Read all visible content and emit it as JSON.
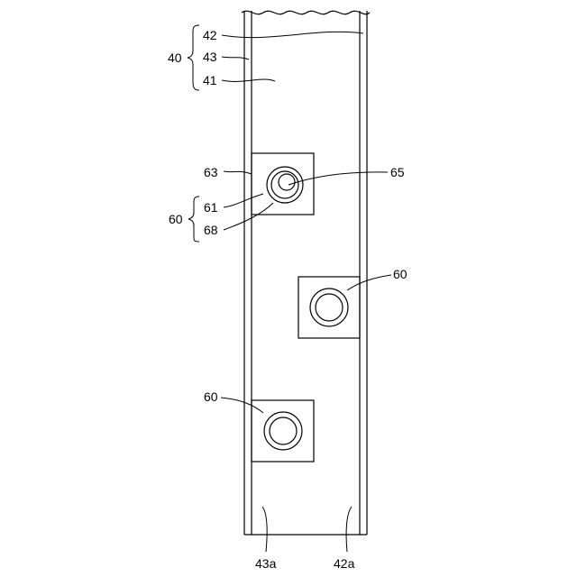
{
  "figure": {
    "labels": {
      "l42": "42",
      "l43": "43",
      "l41": "41",
      "l40": "40",
      "l63": "63",
      "l65": "65",
      "l61": "61",
      "l60_group": "60",
      "l68": "68",
      "l60_mid": "60",
      "l60_low": "60",
      "l43a": "43a",
      "l42a": "42a"
    },
    "colors": {
      "line": "#000000",
      "background": "#ffffff"
    }
  }
}
